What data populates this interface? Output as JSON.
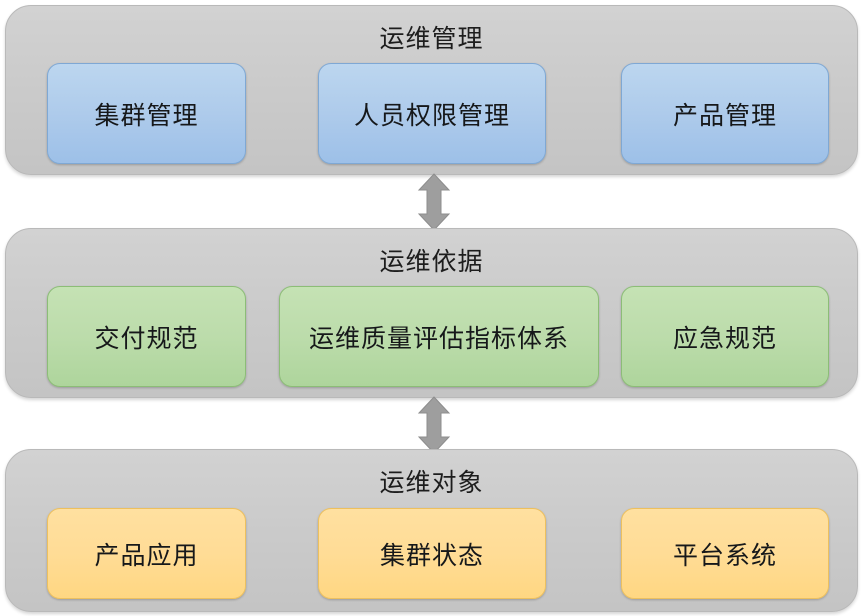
{
  "diagram": {
    "title_caption": "",
    "colors": {
      "container": "#cbcbcb",
      "container_border": "#b9b9b9",
      "blue": "#aecbeb",
      "blue_border": "#7fa8d4",
      "green": "#bcdcab",
      "green_border": "#8cbd77",
      "yellow": "#ffdc96",
      "yellow_border": "#edc05e",
      "arrow": "#9a9a9a",
      "text": "#16181a"
    },
    "layers": [
      {
        "id": "ops-management",
        "title": "运维管理",
        "accent": "blue",
        "items": [
          {
            "label": "集群管理"
          },
          {
            "label": "人员权限管理"
          },
          {
            "label": "产品管理"
          }
        ]
      },
      {
        "id": "ops-basis",
        "title": "运维依据",
        "accent": "green",
        "items": [
          {
            "label": "交付规范"
          },
          {
            "label": "运维质量评估指标体系"
          },
          {
            "label": "应急规范"
          }
        ]
      },
      {
        "id": "ops-object",
        "title": "运维对象",
        "accent": "yellow",
        "items": [
          {
            "label": "产品应用"
          },
          {
            "label": "集群状态"
          },
          {
            "label": "平台系统"
          }
        ]
      }
    ],
    "connectors": [
      {
        "id": "connector-top",
        "kind": "double-arrow-vertical"
      },
      {
        "id": "connector-bottom",
        "kind": "double-arrow-vertical"
      }
    ]
  }
}
